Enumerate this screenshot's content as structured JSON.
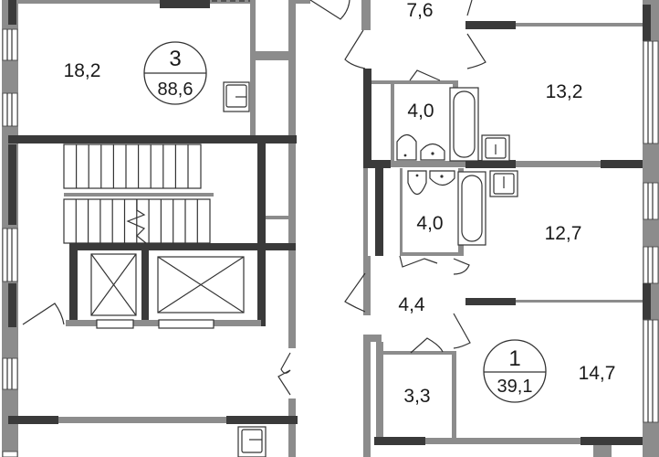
{
  "plan": {
    "title": "Floor plan",
    "colors": {
      "wall_light": "#8c8c8c",
      "wall_dark": "#3a3a3a",
      "line": "#333333",
      "background": "#ffffff"
    },
    "apartments": [
      {
        "id": "apt-3",
        "rooms_count": "3",
        "total_area": "88,6"
      },
      {
        "id": "apt-1",
        "rooms_count": "1",
        "total_area": "39,1"
      }
    ],
    "rooms": [
      {
        "id": "room-living-3",
        "apartment": "3",
        "area": "18,2"
      },
      {
        "id": "room-hall-top",
        "apartment": "3",
        "area": "7,6"
      },
      {
        "id": "room-bedroom-top-right",
        "apartment": "3",
        "area": "13,2"
      },
      {
        "id": "room-bathroom-upper",
        "apartment": "3",
        "area": "4,0"
      },
      {
        "id": "room-bathroom-lower",
        "apartment": "1",
        "area": "4,0"
      },
      {
        "id": "room-bedroom-middle-right",
        "apartment": "3",
        "area": "12,7"
      },
      {
        "id": "room-hall-lower",
        "apartment": "1",
        "area": "4,4"
      },
      {
        "id": "room-storage",
        "apartment": "1",
        "area": "3,3"
      },
      {
        "id": "room-living-1",
        "apartment": "1",
        "area": "14,7"
      }
    ],
    "fixtures": [
      "bathtub-icon",
      "toilet-icon",
      "washbasin-icon",
      "kitchen-sink-icon",
      "elevator-icon",
      "stairs-icon"
    ]
  }
}
